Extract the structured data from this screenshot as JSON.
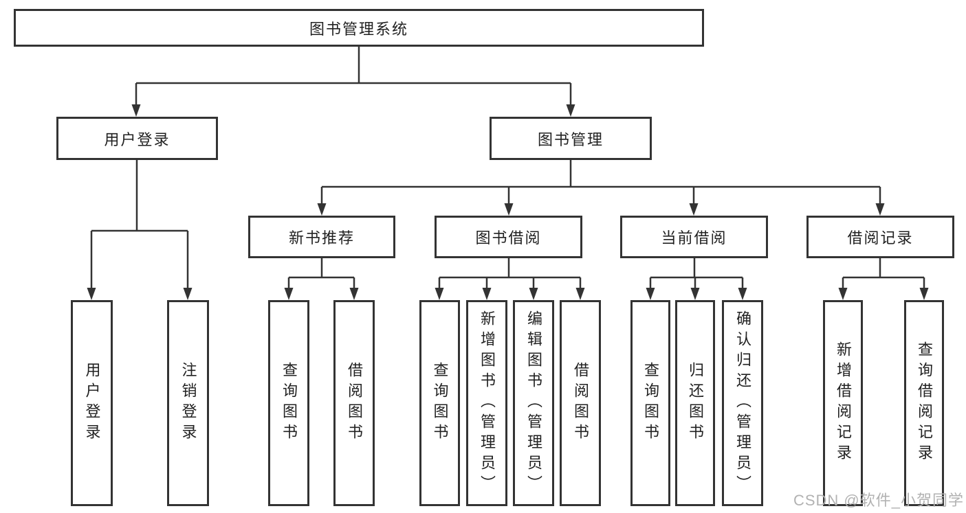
{
  "diagram": {
    "root": {
      "label": "图书管理系统"
    },
    "branches": [
      {
        "label": "用户登录",
        "children": [
          {
            "label": "用户登录"
          },
          {
            "label": "注销登录"
          }
        ]
      },
      {
        "label": "图书管理",
        "children": [
          {
            "label": "新书推荐",
            "children": [
              {
                "label": "查询图书"
              },
              {
                "label": "借阅图书"
              }
            ]
          },
          {
            "label": "图书借阅",
            "children": [
              {
                "label": "查询图书"
              },
              {
                "label": "新增图书（管理员）"
              },
              {
                "label": "编辑图书（管理员）"
              },
              {
                "label": "借阅图书"
              }
            ]
          },
          {
            "label": "当前借阅",
            "children": [
              {
                "label": "查询图书"
              },
              {
                "label": "归还图书"
              },
              {
                "label": "确认归还（管理员）"
              }
            ]
          },
          {
            "label": "借阅记录",
            "children": [
              {
                "label": "新增借阅记录"
              },
              {
                "label": "查询借阅记录"
              }
            ]
          }
        ]
      }
    ]
  },
  "watermark": {
    "text": "CSDN @软件_小贺同学"
  },
  "colors": {
    "line": "#333333",
    "text": "#212121",
    "watermark": "#b2b2b2",
    "background": "#ffffff"
  }
}
